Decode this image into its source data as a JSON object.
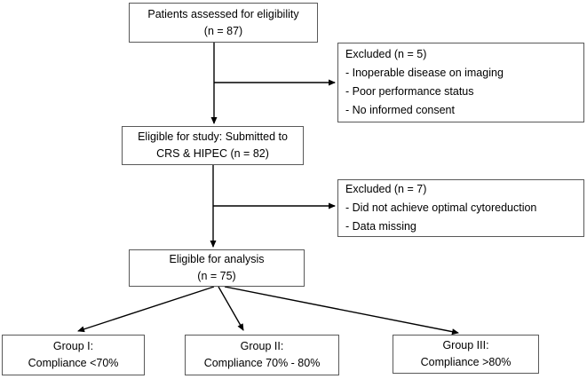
{
  "diagram": {
    "type": "patient-flow-chart",
    "colors": {
      "background": "#ffffff",
      "box_border": "#595959",
      "arrow": "#000000",
      "text": "#000000"
    },
    "nodes": {
      "assessed": {
        "line1": "Patients assessed for eligibility",
        "line2": "(n = 87)"
      },
      "excluded_screening": {
        "title": "Excluded (n = 5)",
        "items": [
          "- Inoperable disease on imaging",
          "- Poor performance status",
          "- No informed consent"
        ]
      },
      "eligible_study": {
        "line1": "Eligible for study: Submitted to",
        "line2": "CRS & HIPEC (n = 82)"
      },
      "excluded_analysis": {
        "title": "Excluded (n = 7)",
        "items": [
          "- Did not achieve optimal cytoreduction",
          "- Data missing"
        ]
      },
      "eligible_analysis": {
        "line1": "Eligible for analysis",
        "line2": "(n = 75)"
      },
      "group1": {
        "line1": "Group I:",
        "line2": "Compliance <70%"
      },
      "group2": {
        "line1": "Group II:",
        "line2": "Compliance 70% - 80%"
      },
      "group3": {
        "line1": "Group III:",
        "line2": "Compliance >80%"
      }
    }
  }
}
